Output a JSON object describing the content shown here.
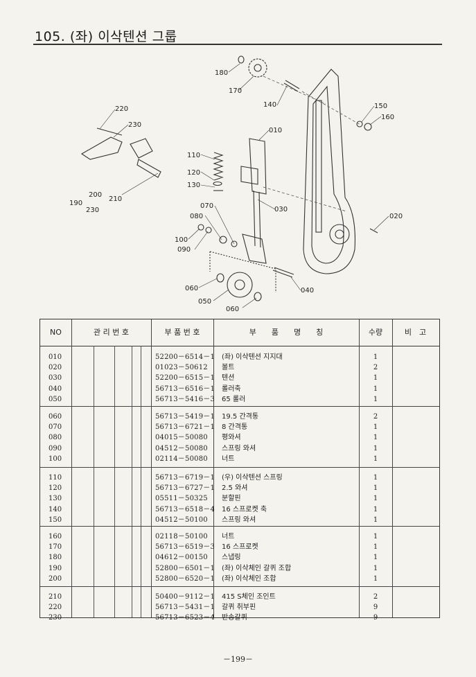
{
  "header": {
    "title": "105. (좌) 이삭텐션 그룹"
  },
  "diagram": {
    "callouts": [
      "180",
      "170",
      "140",
      "150",
      "160",
      "220",
      "230",
      "010",
      "110",
      "120",
      "130",
      "200",
      "210",
      "190",
      "230",
      "070",
      "080",
      "030",
      "020",
      "100",
      "090",
      "060",
      "050",
      "060",
      "040"
    ]
  },
  "table": {
    "headers": {
      "no": "NO",
      "mgmt": "관 리 번 호",
      "part_no": "부 품 번 호",
      "name": "부　　품　　명　　칭",
      "qty": "수량",
      "note": "비　고"
    },
    "groups": [
      [
        {
          "no": "010",
          "part_no": "52200－6514－1",
          "name": "(좌) 이삭텐션 지지대",
          "qty": "1"
        },
        {
          "no": "020",
          "part_no": "01023－50612",
          "name": "볼트",
          "qty": "2"
        },
        {
          "no": "030",
          "part_no": "52200－6515－1",
          "name": "텐션",
          "qty": "1"
        },
        {
          "no": "040",
          "part_no": "56713－6516－1",
          "name": "롤러축",
          "qty": "1"
        },
        {
          "no": "050",
          "part_no": "56713－5416－3",
          "name": "65 롤러",
          "qty": "1"
        }
      ],
      [
        {
          "no": "060",
          "part_no": "56713－5419－1",
          "name": "19.5 간격통",
          "qty": "2"
        },
        {
          "no": "070",
          "part_no": "56713－6721－1",
          "name": "8 간격통",
          "qty": "1"
        },
        {
          "no": "080",
          "part_no": "04015－50080",
          "name": "평와셔",
          "qty": "1"
        },
        {
          "no": "090",
          "part_no": "04512－50080",
          "name": "스프링 와셔",
          "qty": "1"
        },
        {
          "no": "100",
          "part_no": "02114－50080",
          "name": "너트",
          "qty": "1"
        }
      ],
      [
        {
          "no": "110",
          "part_no": "56713－6719－1",
          "name": "(우) 이삭텐션 스프링",
          "qty": "1"
        },
        {
          "no": "120",
          "part_no": "56713－6727－1",
          "name": "2.5 와셔",
          "qty": "1"
        },
        {
          "no": "130",
          "part_no": "05511－50325",
          "name": "분할핀",
          "qty": "1"
        },
        {
          "no": "140",
          "part_no": "56713－6518－4",
          "name": "16 스프로켓 축",
          "qty": "1"
        },
        {
          "no": "150",
          "part_no": "04512－50100",
          "name": "스프링 와셔",
          "qty": "1"
        }
      ],
      [
        {
          "no": "160",
          "part_no": "02118－50100",
          "name": "너트",
          "qty": "1"
        },
        {
          "no": "170",
          "part_no": "56713－6519－3",
          "name": "16 스프로켓",
          "qty": "1"
        },
        {
          "no": "180",
          "part_no": "04612－00150",
          "name": "스냅링",
          "qty": "1"
        },
        {
          "no": "190",
          "part_no": "52800－6501－1",
          "name": "(좌) 이삭체인 갈퀴 조합",
          "qty": "1"
        },
        {
          "no": "200",
          "part_no": "52800－6520－1",
          "name": "(좌) 이삭체인 조합",
          "qty": "1"
        }
      ],
      [
        {
          "no": "210",
          "part_no": "50400－9112－1",
          "name": "415 S체인 조인트",
          "qty": "2"
        },
        {
          "no": "220",
          "part_no": "56713－5431－1",
          "name": "갈퀴 취부핀",
          "qty": "9"
        },
        {
          "no": "230",
          "part_no": "56713－6523－4",
          "name": "반송갈퀴",
          "qty": "9"
        }
      ]
    ]
  },
  "footer": {
    "page_number": "－199－"
  }
}
